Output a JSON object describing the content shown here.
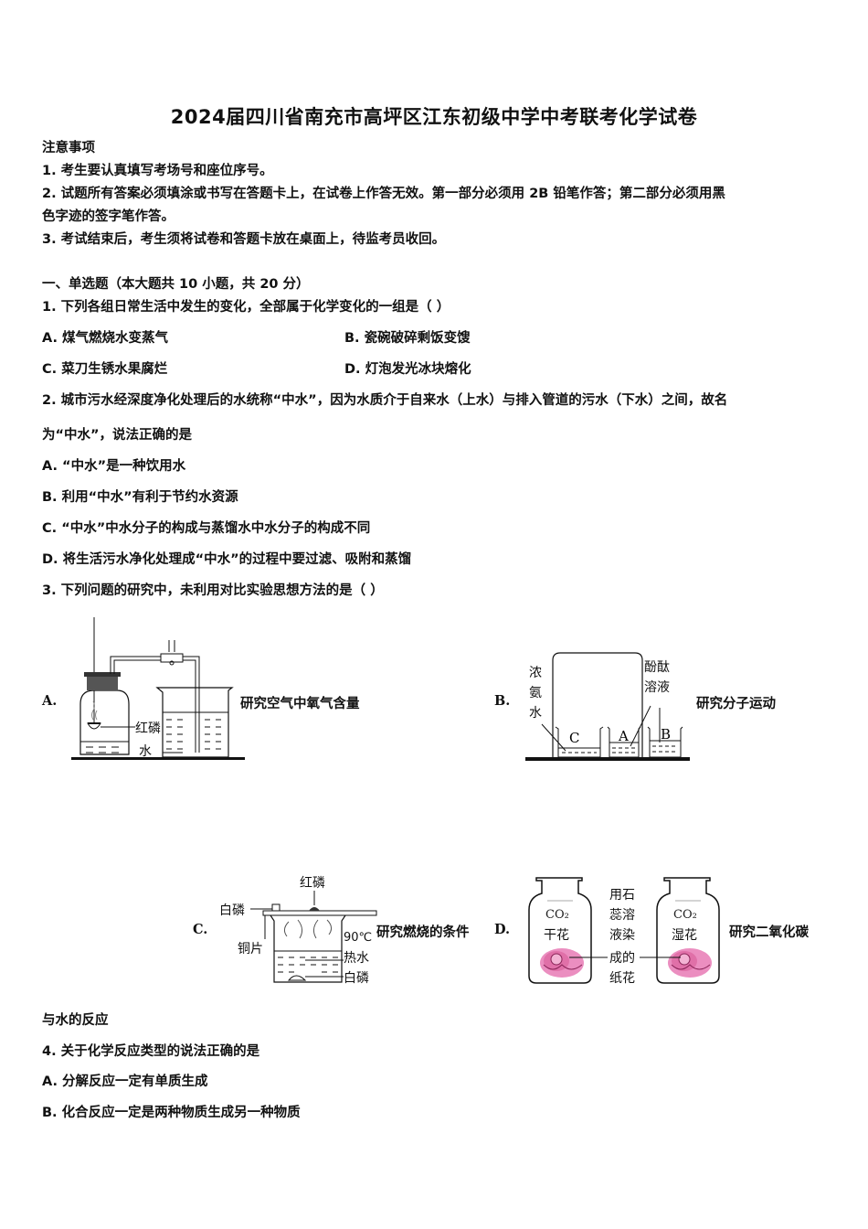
{
  "title": "2024届四川省南充市高坪区江东初级中学中考联考化学试卷",
  "notice": {
    "heading": "注意事项",
    "items": [
      "1. 考生要认真填写考场号和座位序号。",
      "2. 试题所有答案必须填涂或书写在答题卡上，在试卷上作答无效。第一部分必须用 2B 铅笔作答；第二部分必须用黑",
      "色字迹的签字笔作答。",
      "3. 考试结束后，考生须将试卷和答题卡放在桌面上，待监考员收回。"
    ]
  },
  "section": {
    "heading": "一、单选题（本大题共 10 小题，共 20 分）"
  },
  "questions": [
    {
      "stem": "1. 下列各组日常生活中发生的变化，全部属于化学变化的一组是（  ）",
      "options": {
        "A": "A. 煤气燃烧水变蒸气",
        "B": "B. 瓷碗破碎剩饭变馊",
        "C": "C. 菜刀生锈水果腐烂",
        "D": "D. 灯泡发光冰块熔化"
      }
    },
    {
      "stem_line1": "2. 城市污水经深度净化处理后的水统称“中水”，因为水质介于自来水（上水）与排入管道的污水（下水）之间，故名",
      "stem_line2": "为“中水”，说法正确的是",
      "options": {
        "A": "A. “中水”是一种饮用水",
        "B": "B. 利用“中水”有利于节约水资源",
        "C": "C. “中水”中水分子的构成与蒸馏水中水分子的构成不同",
        "D": "D. 将生活污水净化处理成“中水”的过程中要过滤、吸附和蒸馏"
      }
    },
    {
      "stem": "3. 下列问题的研究中，未利用对比实验思想方法的是（     ）",
      "figures": {
        "A": {
          "letter": "A.",
          "caption": "研究空气中氧气含量",
          "labels": {
            "red_p": "红磷",
            "water": "水"
          }
        },
        "B": {
          "letter": "B.",
          "caption": "研究分子运动",
          "labels": {
            "ammonia": [
              "浓",
              "氨",
              "水"
            ],
            "phenol": [
              "酚酞",
              "溶液"
            ],
            "beaker_c": "C",
            "beaker_a": "A",
            "beaker_b": "B"
          }
        },
        "C": {
          "letter": "C.",
          "caption": "研究燃烧的条件",
          "labels": {
            "red_p": "红磷",
            "white_p_top": "白磷",
            "copper": "铜片",
            "temp": "90℃",
            "hot_water": "热水",
            "white_p_bottom": "白磷"
          }
        },
        "D": {
          "letter": "D.",
          "caption": "研究二氧化碳",
          "labels": {
            "co2_left": "CO₂",
            "dry_flower": "干花",
            "co2_right": "CO₂",
            "wet_flower": "湿花",
            "middle": [
              "用石",
              "蕊溶",
              "液染",
              "成的",
              "纸花"
            ]
          }
        }
      },
      "caption_continued": "与水的反应"
    },
    {
      "stem": "4. 关于化学反应类型的说法正确的是",
      "options": {
        "A": "A. 分解反应一定有单质生成",
        "B": "B. 化合反应一定是两种物质生成另一种物质"
      }
    }
  ],
  "colors": {
    "text": "#111111",
    "flower": "#e07ab0",
    "flower_dark": "#b0306a"
  }
}
